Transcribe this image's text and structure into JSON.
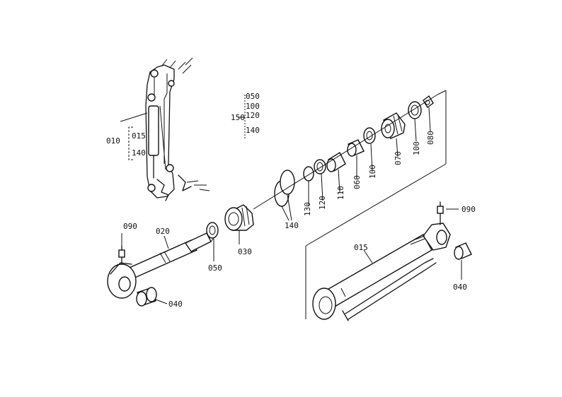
{
  "labels": {
    "p010": "010",
    "p015_inset": "015",
    "p140_inset": "140",
    "p050_stack": "050",
    "p100_stack": "100",
    "p150_stack": "150",
    "p120_stack": "120",
    "p140_stack": "140",
    "p090_left": "090",
    "p020": "020",
    "p050_left": "050",
    "p030": "030",
    "p040_left": "040",
    "p140_seal": "140",
    "p130": "130",
    "p120": "120",
    "p110": "110",
    "p060": "060",
    "p100_a": "100",
    "p070": "070",
    "p100_b": "100",
    "p080": "080",
    "p090_right": "090",
    "p015_main": "015",
    "p040_right": "040"
  }
}
